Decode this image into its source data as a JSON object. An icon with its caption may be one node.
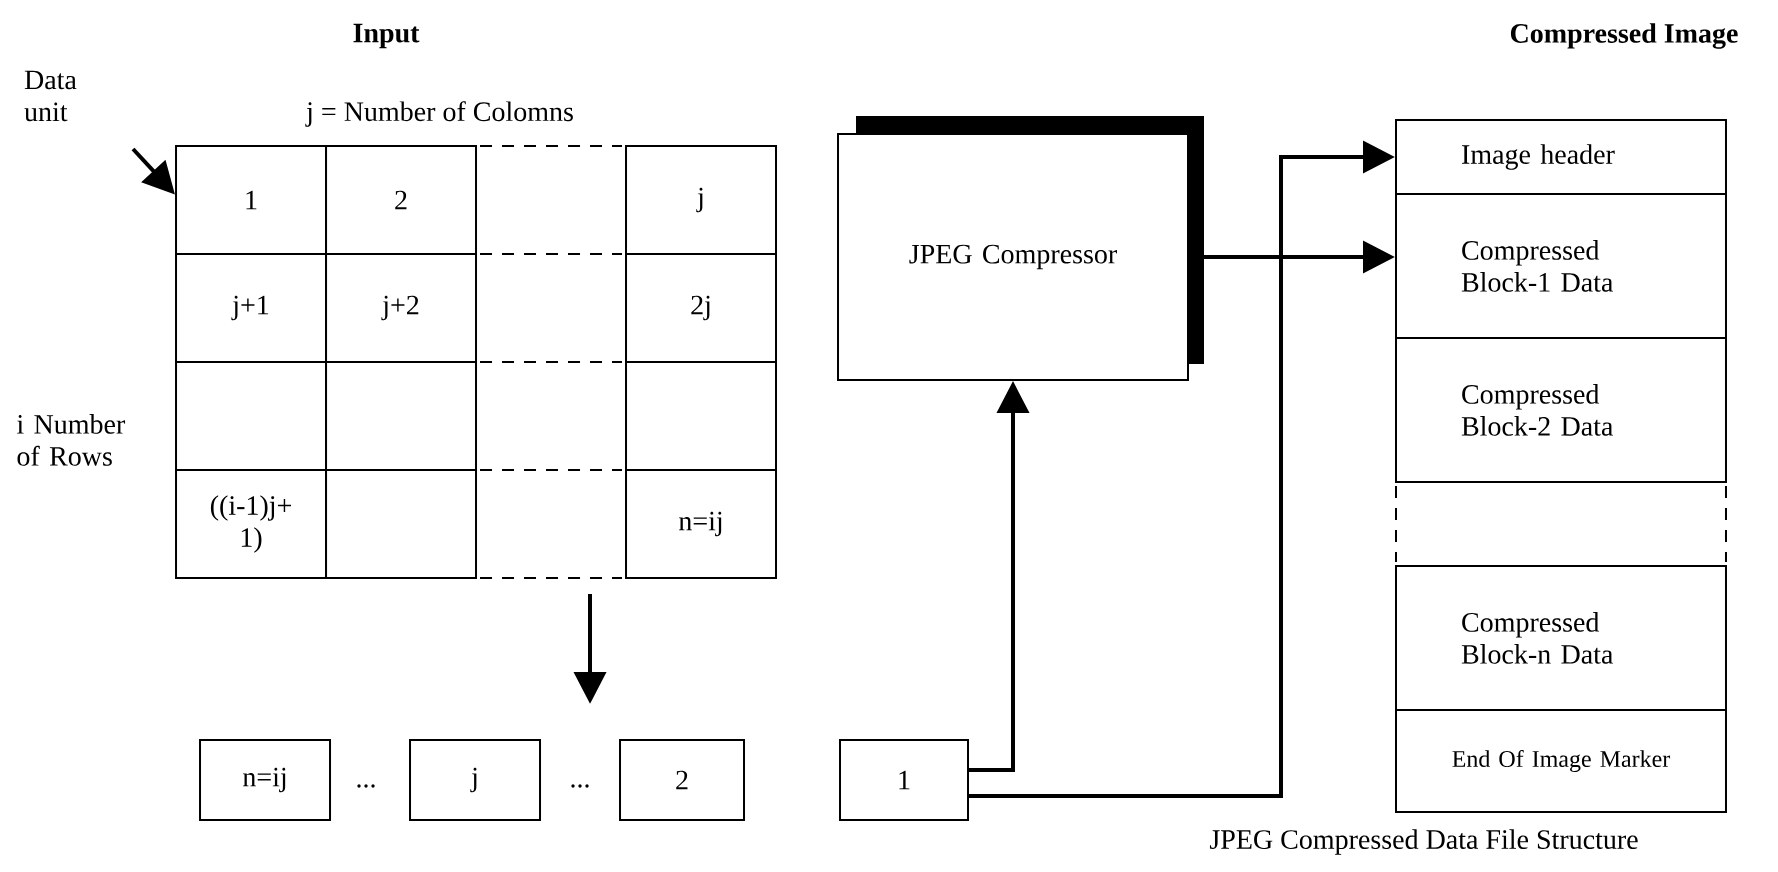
{
  "diagram": {
    "caption": "JPEG Compressed Data File Structure",
    "nodes": [
      {
        "text": [
          "Data unit"
        ]
      },
      {
        "text": [
          "1"
        ]
      },
      {
        "text": [
          "2"
        ]
      },
      {
        "text": [
          "j"
        ]
      },
      {
        "text": [
          "j+1"
        ]
      },
      {
        "text": [
          "j+2"
        ]
      },
      {
        "text": [
          "2j"
        ]
      },
      {
        "text": [],
        "shape": "box"
      },
      {
        "text": [],
        "shape": "box"
      },
      {
        "text": [],
        "shape": "box"
      },
      {
        "text": [
          "((i-1)j+ 1)"
        ]
      },
      {
        "text": [],
        "shape": "box"
      },
      {
        "text": [
          "n=ij"
        ]
      },
      {
        "text": [
          "JPEG Compressor"
        ]
      },
      {
        "text": [
          "Image header"
        ]
      },
      {
        "text": [
          "Compressed Block-1 Data"
        ]
      },
      {
        "text": [
          "Compressed Block-2 Data"
        ]
      },
      {
        "text": [
          "Compressed Block-n Data"
        ]
      },
      {
        "text": [
          "End Of Image Marker"
        ]
      },
      {
        "text": [
          "n=ij"
        ]
      },
      {
        "text": [
          "j"
        ]
      },
      {
        "text": [
          "2"
        ]
      },
      {
        "text": [
          "1"
        ]
      }
    ],
    "edges": [
      {
        "from": 0,
        "to": 1,
        "arrow": "to"
      },
      {
        "from": 22,
        "to": 13,
        "arrow": "to"
      },
      {
        "from": 13,
        "to": 15,
        "arrow": "to"
      },
      {
        "from": 22,
        "to": 14,
        "arrow": "to"
      }
    ],
    "labels": [
      "Input",
      "Compressed Image",
      "j = Number of Colomns",
      "i Number of Rows",
      "...",
      "..."
    ]
  }
}
